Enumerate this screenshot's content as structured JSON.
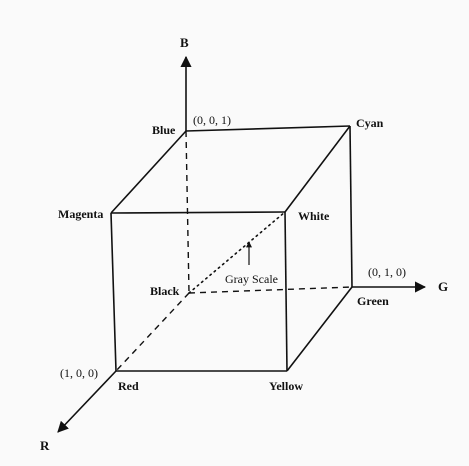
{
  "axes": {
    "b_label": "B",
    "g_label": "G",
    "r_label": "R"
  },
  "vertices": {
    "blue": "Blue",
    "cyan": "Cyan",
    "magenta": "Magenta",
    "white": "White",
    "black": "Black",
    "green": "Green",
    "red": "Red",
    "yellow": "Yellow"
  },
  "coordinates": {
    "blue": "(0, 0, 1)",
    "green": "(0, 1, 0)",
    "red": "(1, 0, 0)"
  },
  "annotations": {
    "gray_scale": "Gray Scale"
  }
}
